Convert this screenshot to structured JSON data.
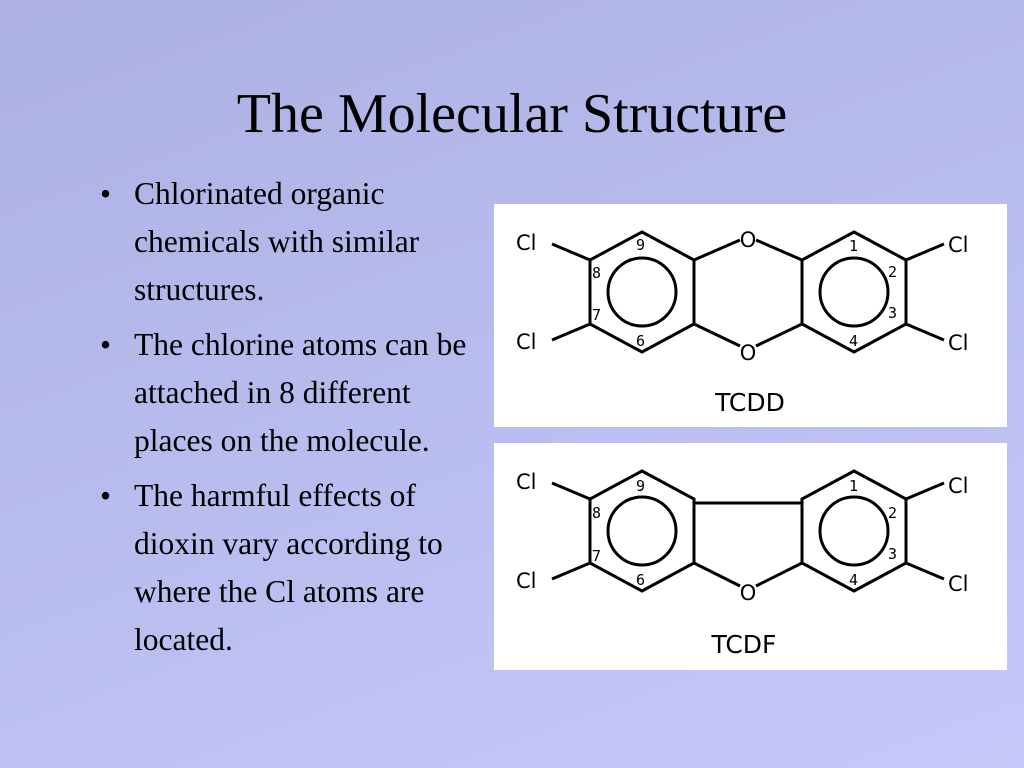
{
  "slide": {
    "title": "The Molecular Structure",
    "bullet_glyph": "•",
    "bullets": [
      "Chlorinated organic chemicals with similar structures.",
      "The chlorine atoms can be attached in 8 different places on the molecule.",
      "The harmful effects of dioxin vary according to where the Cl atoms are located."
    ]
  },
  "diagrams": {
    "tcdd": {
      "label": "TCDD",
      "chlorine": "Cl",
      "oxygen": "O",
      "positions": [
        "1",
        "2",
        "3",
        "4",
        "6",
        "7",
        "8",
        "9"
      ]
    },
    "tcdf": {
      "label": "TCDF",
      "chlorine": "Cl",
      "oxygen": "O",
      "positions": [
        "1",
        "2",
        "3",
        "4",
        "6",
        "7",
        "8",
        "9"
      ]
    }
  }
}
